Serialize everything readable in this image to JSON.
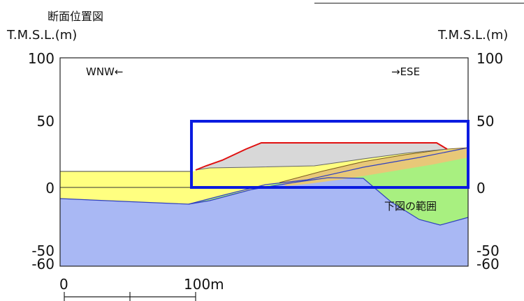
{
  "title": "断面位置図",
  "axis_unit_left": "T.M.S.L.(m)",
  "axis_unit_right": "T.M.S.L.(m)",
  "left_ticks": [
    "100",
    "50",
    "0",
    "-50",
    "-60"
  ],
  "right_ticks": [
    "100",
    "50",
    "0",
    "-50",
    "-60"
  ],
  "direction_west": "WNW←",
  "direction_east": "→ESE",
  "scale_start": "0",
  "scale_end": "100m",
  "range_note": "下図の範囲",
  "colors": {
    "frame": "#222222",
    "highlight_box": "#0a1be0",
    "fill_gray": "#d8d8d8",
    "fill_yellow": "#ffff80",
    "fill_tan": "#e8c878",
    "fill_green": "#a8f080",
    "fill_blue": "#a9b8f4",
    "embankment_line": "#e01010",
    "layer_line": "#3040c0"
  }
}
